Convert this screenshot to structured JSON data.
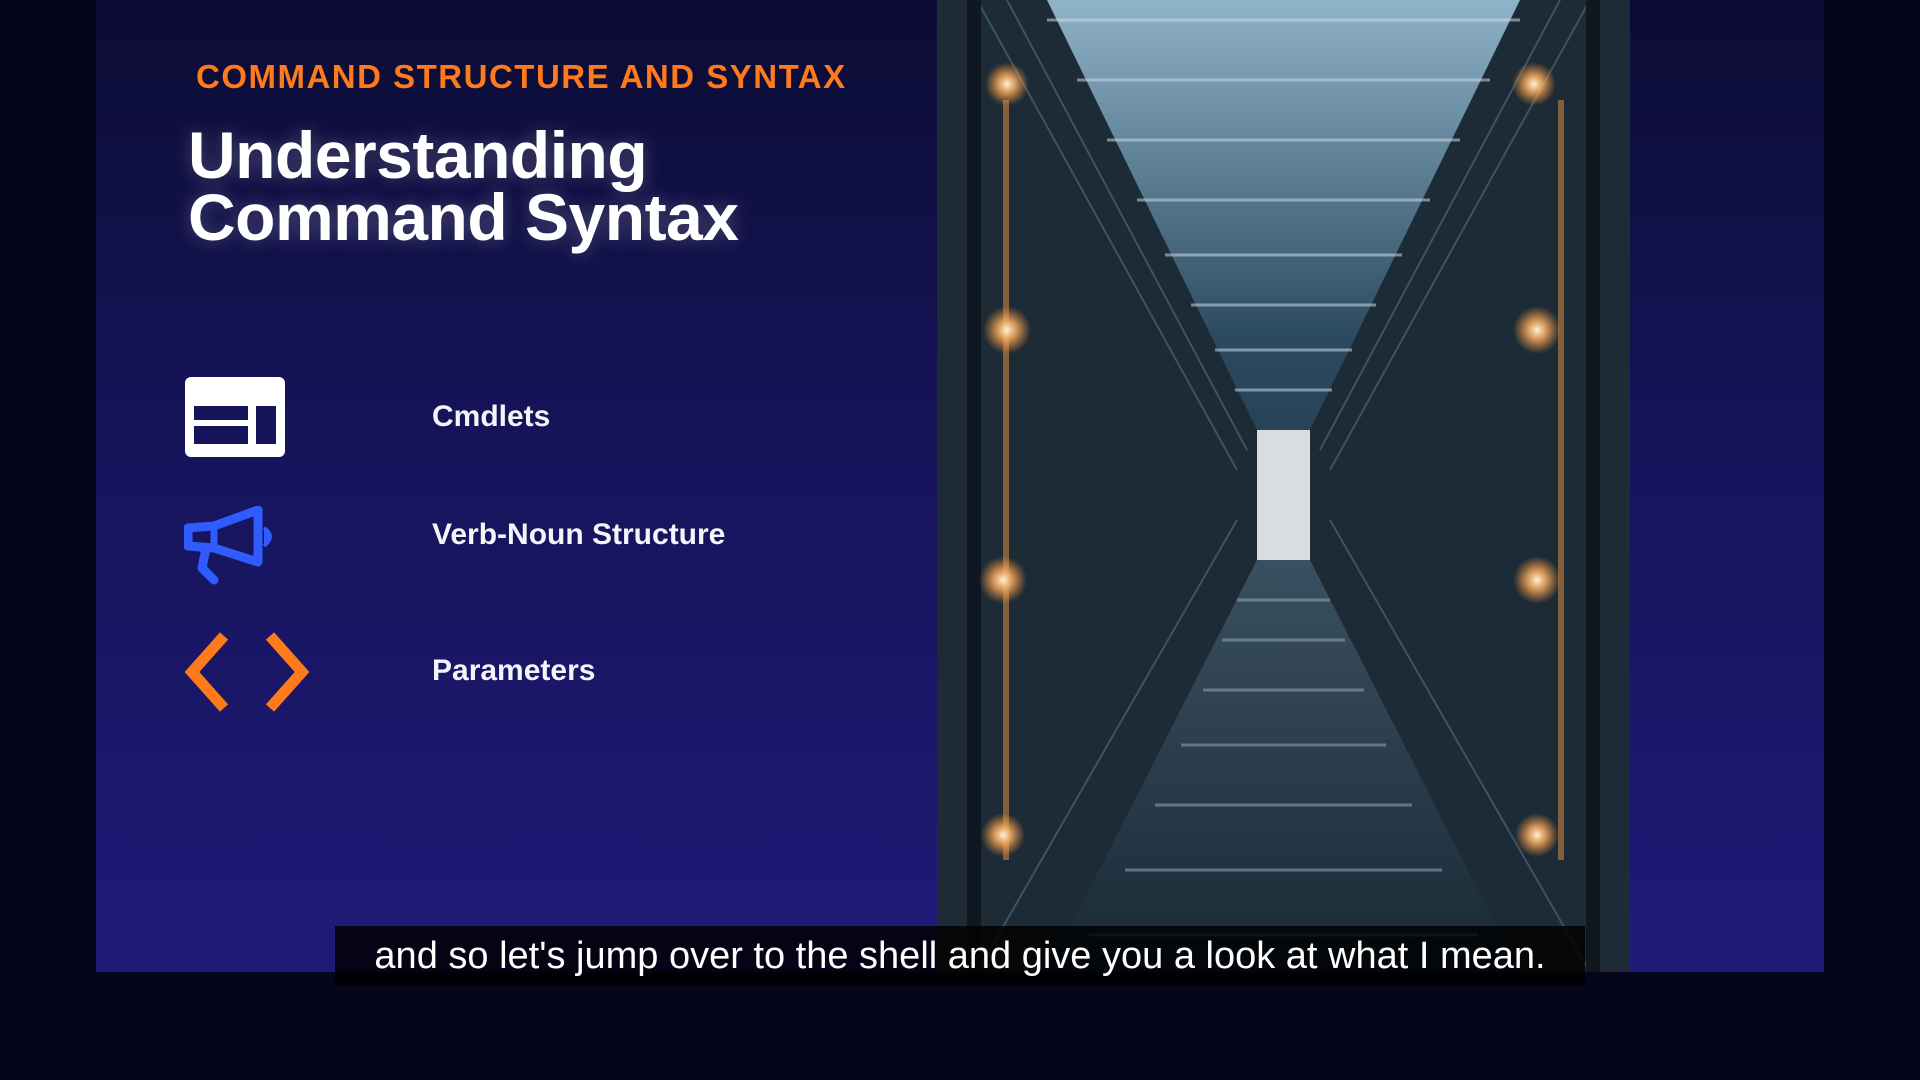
{
  "slide": {
    "kicker": "COMMAND STRUCTURE AND SYNTAX",
    "title_line1": "Understanding",
    "title_line2": "Command Syntax",
    "items": [
      {
        "label": "Cmdlets",
        "icon": "window-layout-icon"
      },
      {
        "label": "Verb-Noun Structure",
        "icon": "megaphone-icon"
      },
      {
        "label": "Parameters",
        "icon": "code-brackets-icon"
      }
    ]
  },
  "photo": {
    "description_icon": "server-corridor-photo"
  },
  "caption": {
    "text": "and so let's jump over to the shell and give you a look at what I mean."
  },
  "colors": {
    "accent_orange": "#ff7a1a",
    "accent_blue": "#2f5bff",
    "slide_bg": "#16145a",
    "outer_bg": "#05051c"
  }
}
